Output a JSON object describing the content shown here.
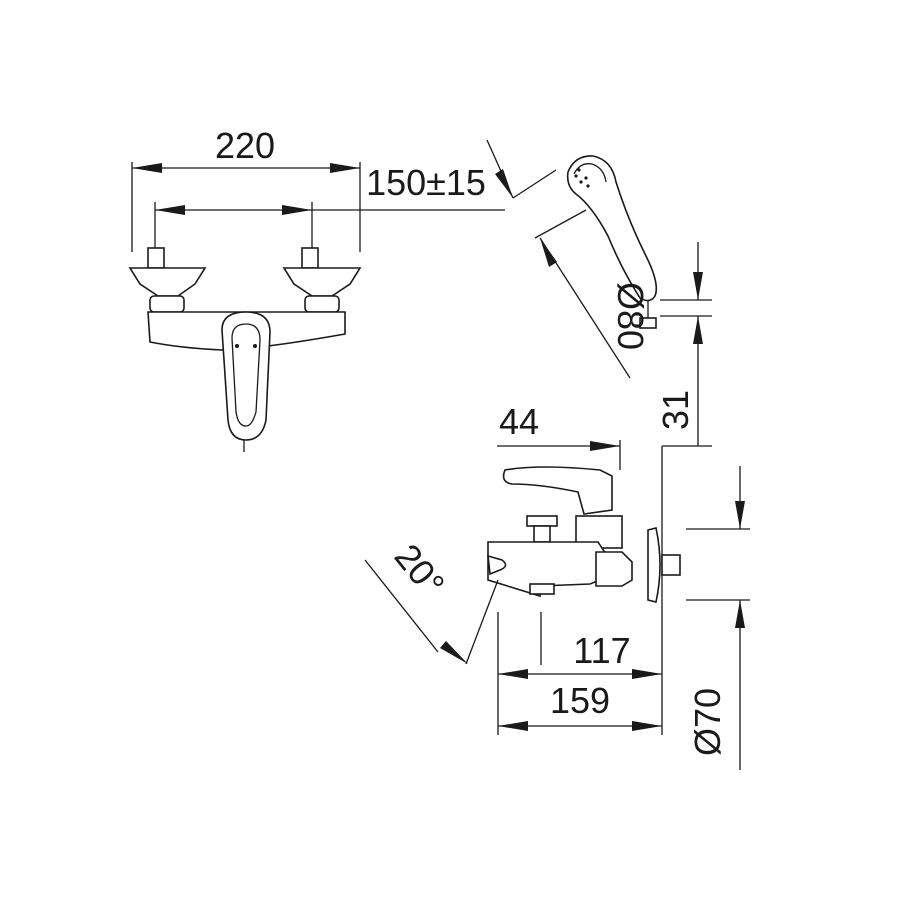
{
  "dimensions": {
    "width_220": "220",
    "spacing_150": "150±15",
    "hand_shower_dia": "Ø80",
    "height_31": "31",
    "depth_44": "44",
    "angle_20": "20°",
    "length_117": "117",
    "length_159": "159",
    "flange_dia": "Ø70"
  },
  "colors": {
    "line": "#1a1a1a",
    "background": "#ffffff"
  }
}
